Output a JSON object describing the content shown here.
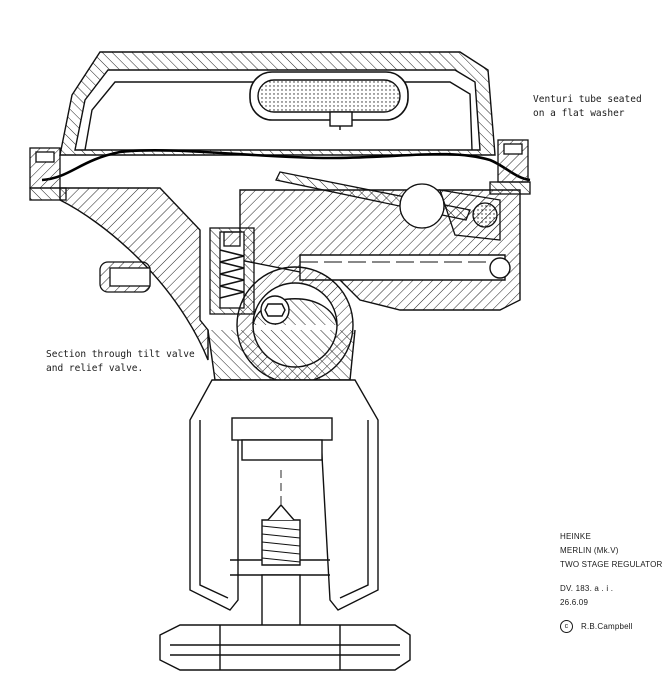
{
  "annotations": {
    "venturi_line1": "Venturi tube seated",
    "venturi_line2": "on a flat washer",
    "section_line1": "Section through tilt valve",
    "section_line2": "and relief valve."
  },
  "title_block": {
    "maker": "HEINKE",
    "model": "MERLIN (Mk.V)",
    "description": "TWO STAGE REGULATOR",
    "drawing_no": "DV. 183. a . i .",
    "date": "26.6.09",
    "copyright_symbol": "c",
    "author": "R.B.Campbell"
  }
}
